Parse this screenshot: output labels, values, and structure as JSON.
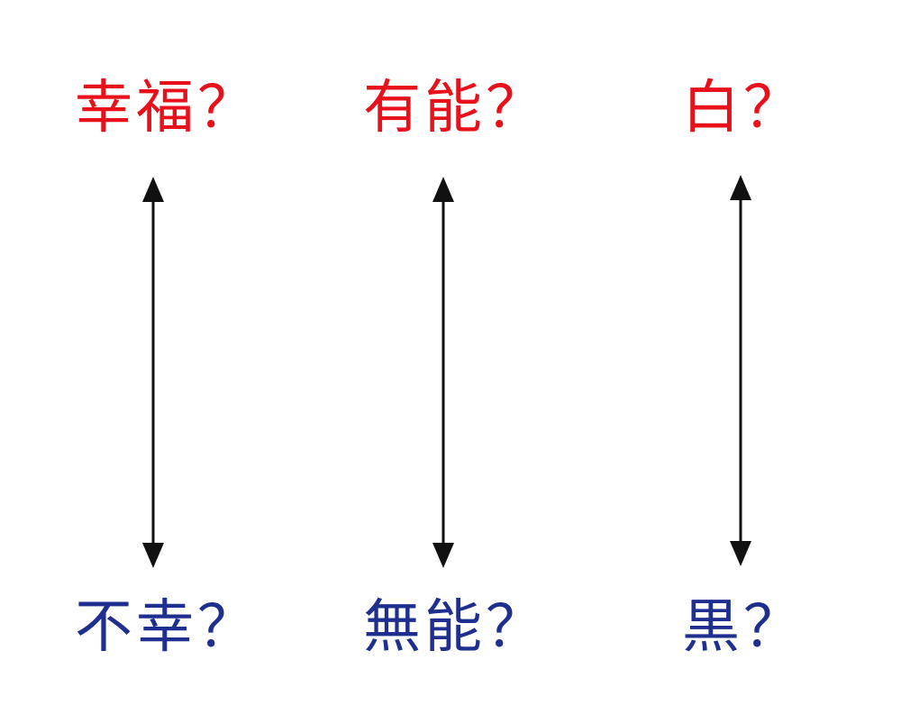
{
  "colors": {
    "positive": "#e8101a",
    "negative": "#1f2f8f",
    "arrow": "#111111"
  },
  "pairs": [
    {
      "top": "幸福？",
      "bottom": "不幸？"
    },
    {
      "top": "有能？",
      "bottom": "無能？"
    },
    {
      "top": "白？",
      "bottom": "黒？"
    }
  ]
}
